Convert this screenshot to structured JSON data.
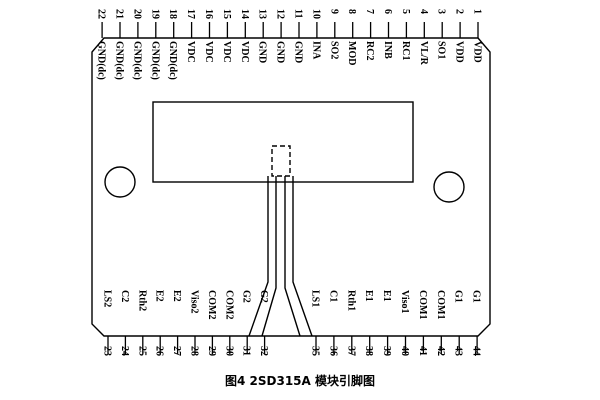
{
  "diagram": {
    "top_pins": [
      {
        "num": "1",
        "name": "VDD"
      },
      {
        "num": "2",
        "name": "VDD"
      },
      {
        "num": "3",
        "name": "SO1"
      },
      {
        "num": "4",
        "name": "VL/R"
      },
      {
        "num": "5",
        "name": "RC1"
      },
      {
        "num": "6",
        "name": "INB"
      },
      {
        "num": "7",
        "name": "RC2"
      },
      {
        "num": "8",
        "name": "MOD"
      },
      {
        "num": "9",
        "name": "SO2"
      },
      {
        "num": "10",
        "name": "INA"
      },
      {
        "num": "11",
        "name": "GND"
      },
      {
        "num": "12",
        "name": "GND"
      },
      {
        "num": "13",
        "name": "GND"
      },
      {
        "num": "14",
        "name": "VDC"
      },
      {
        "num": "15",
        "name": "VDC"
      },
      {
        "num": "16",
        "name": "VDC"
      },
      {
        "num": "17",
        "name": "VDC"
      },
      {
        "num": "18",
        "name": "GND(dc)"
      },
      {
        "num": "19",
        "name": "GND(dc)"
      },
      {
        "num": "20",
        "name": "GND(dc)"
      },
      {
        "num": "21",
        "name": "GND(dc)"
      },
      {
        "num": "22",
        "name": "GND(dc)"
      }
    ],
    "bottom_pins_left": [
      {
        "num": "23",
        "name": "LS2"
      },
      {
        "num": "24",
        "name": "C2"
      },
      {
        "num": "25",
        "name": "Rth2"
      },
      {
        "num": "26",
        "name": "E2"
      },
      {
        "num": "27",
        "name": "E2"
      },
      {
        "num": "28",
        "name": "Viso2"
      },
      {
        "num": "29",
        "name": "COM2"
      },
      {
        "num": "30",
        "name": "COM2"
      },
      {
        "num": "31",
        "name": "G2"
      },
      {
        "num": "32",
        "name": "G2"
      }
    ],
    "bottom_pins_right": [
      {
        "num": "35",
        "name": "LS1"
      },
      {
        "num": "36",
        "name": "C1"
      },
      {
        "num": "37",
        "name": "Rth1"
      },
      {
        "num": "38",
        "name": "E1"
      },
      {
        "num": "39",
        "name": "E1"
      },
      {
        "num": "40",
        "name": "Viso1"
      },
      {
        "num": "41",
        "name": "COM1"
      },
      {
        "num": "42",
        "name": "COM1"
      },
      {
        "num": "43",
        "name": "G1"
      },
      {
        "num": "44",
        "name": "G1"
      }
    ],
    "caption": "图4 2SD315A 模块引脚图"
  }
}
